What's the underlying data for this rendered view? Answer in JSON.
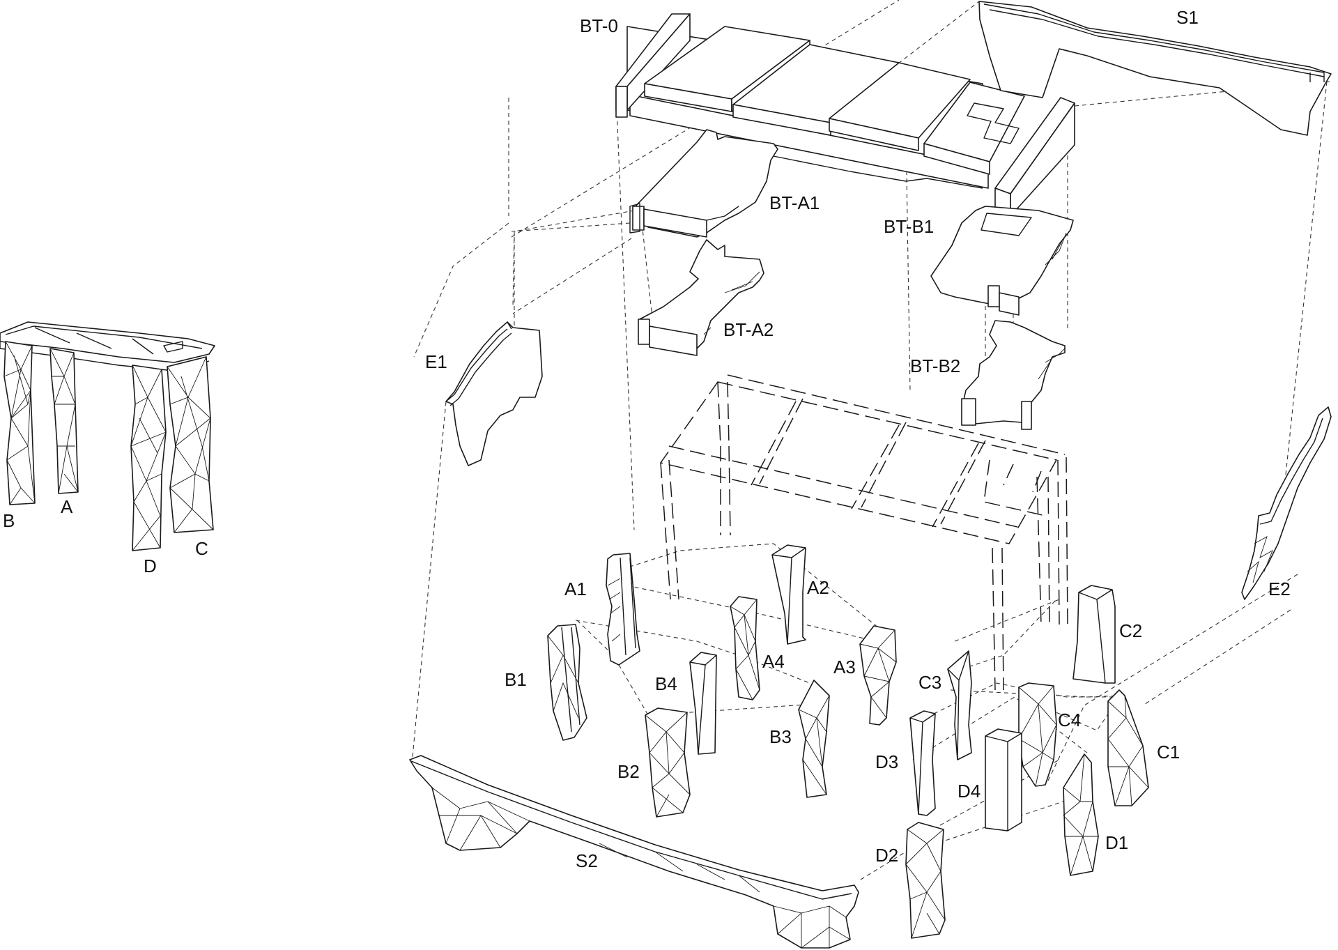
{
  "overview_labels": [
    "B",
    "A",
    "D",
    "C"
  ],
  "top": {
    "bt0": "BT-0",
    "s1": "S1"
  },
  "bt_parts": {
    "a1": "BT-A1",
    "a2": "BT-A2",
    "b1": "BT-B1",
    "b2": "BT-B2"
  },
  "end_pieces": {
    "e1": "E1",
    "e2": "E2"
  },
  "legs": {
    "a1": "A1",
    "a2": "A2",
    "a3": "A3",
    "a4": "A4",
    "b1": "B1",
    "b2": "B2",
    "b3": "B3",
    "b4": "B4",
    "c1": "C1",
    "c2": "C2",
    "c3": "C3",
    "c4": "C4",
    "d1": "D1",
    "d2": "D2",
    "d3": "D3",
    "d4": "D4"
  },
  "bottom": {
    "s2": "S2"
  }
}
